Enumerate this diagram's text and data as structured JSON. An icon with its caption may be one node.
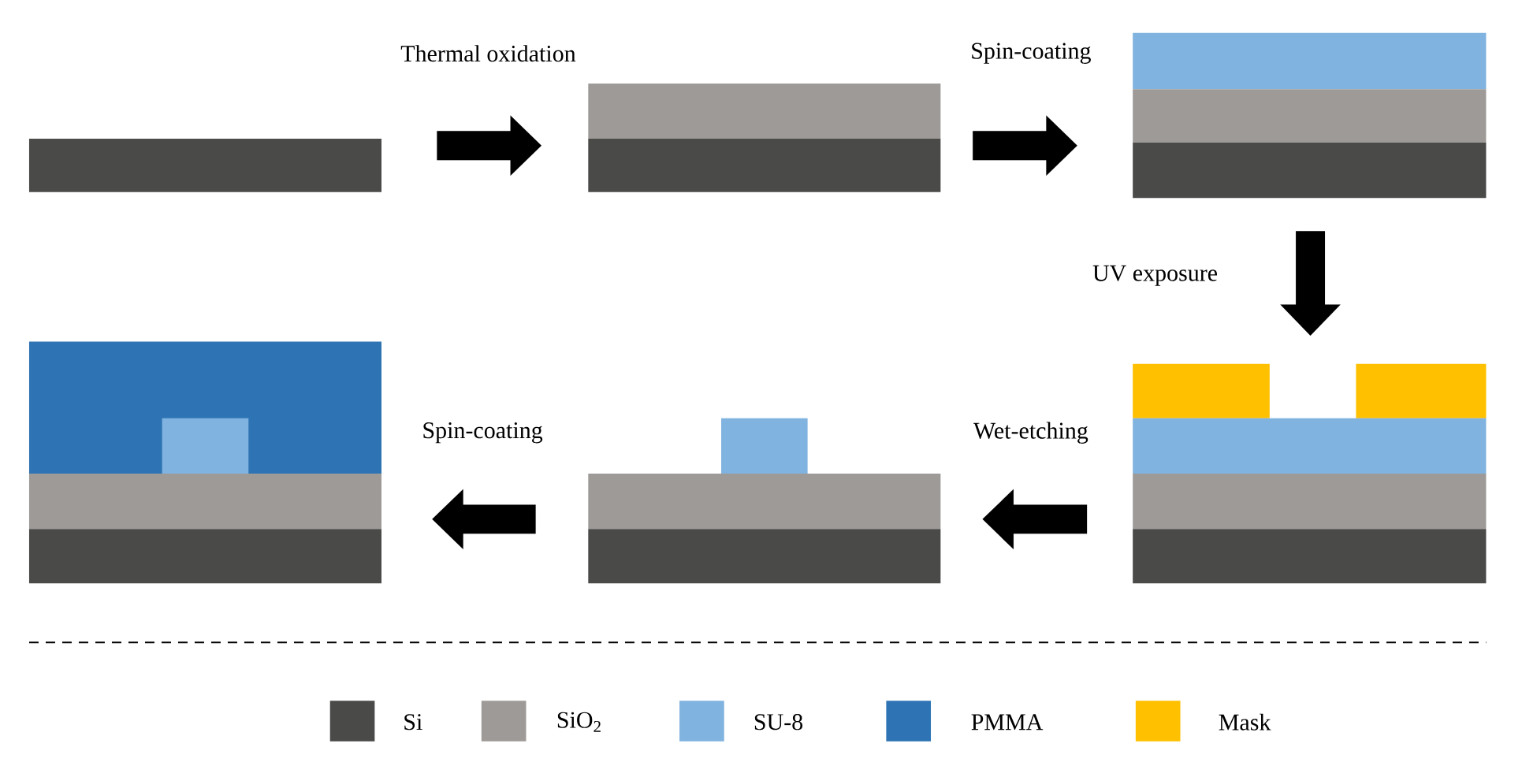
{
  "diagram": {
    "nodes": [
      {
        "text": [],
        "shape": "box"
      },
      {
        "text": [],
        "shape": "box"
      },
      {
        "text": [],
        "shape": "box"
      },
      {
        "text": [],
        "shape": "box"
      },
      {
        "text": [],
        "shape": "box"
      },
      {
        "text": [],
        "shape": "box"
      }
    ],
    "edges": [
      {
        "from": 0,
        "to": 1,
        "arrow": "to",
        "label": "Thermal oxidation"
      },
      {
        "from": 1,
        "to": 2,
        "arrow": "to",
        "label": "Spin-coating"
      },
      {
        "from": 2,
        "to": 3,
        "arrow": "to",
        "label": "UV exposure"
      },
      {
        "from": 3,
        "to": 4,
        "arrow": "to",
        "label": "Wet-etching"
      },
      {
        "from": 4,
        "to": 5,
        "arrow": "to",
        "label": "Spin-coating"
      }
    ],
    "legend": [
      {
        "text": "Si",
        "color": "#4a4a48"
      },
      {
        "text": "SiO$_{2}$",
        "color": "#9e9a98"
      },
      {
        "text": "SU-8",
        "color": "#80b3df"
      },
      {
        "text": "PMMA",
        "color": "#2e74b5"
      },
      {
        "text": "Mask",
        "color": "#ffc000"
      }
    ]
  }
}
